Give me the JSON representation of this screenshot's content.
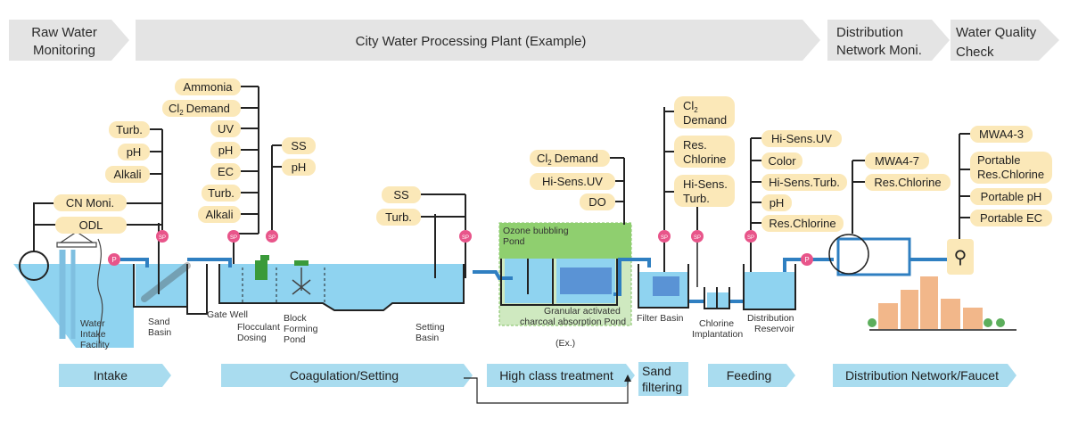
{
  "header": {
    "raw_water": [
      "Raw Water",
      "Monitoring"
    ],
    "plant": "City Water Processing Plant (Example)",
    "distribution": [
      "Distribution",
      "Network Moni."
    ],
    "quality": [
      "Water Quality",
      "Check"
    ]
  },
  "tags": {
    "intake": [
      "Turb.",
      "pH",
      "Alkali",
      "CN Moni.",
      "ODL"
    ],
    "coag_a": [
      "Ammonia",
      "Demand",
      "UV",
      "pH",
      "EC",
      "Turb.",
      "Alkali"
    ],
    "coag_b": [
      "SS",
      "pH"
    ],
    "setting": [
      "SS",
      "Turb."
    ],
    "high": [
      "Demand",
      "Hi-Sens.UV",
      "DO"
    ],
    "filter": [
      "Demand",
      "Res.",
      "Chlorine",
      "Hi-Sens.",
      "Turb."
    ],
    "feeding": [
      "Hi-Sens.UV",
      "Color",
      "Hi-Sens.Turb.",
      "pH",
      "Res.Chlorine"
    ],
    "network": [
      "MWA4-7",
      "Res.Chlorine"
    ],
    "quality": [
      "MWA4-3",
      "Portable",
      "Res.Chlorine",
      "Portable pH",
      "Portable EC"
    ]
  },
  "chem": {
    "cl": "Cl",
    "sub": "2"
  },
  "labels": {
    "intake_facility": [
      "Water",
      "Intake",
      "Facility"
    ],
    "sand_basin": [
      "Sand",
      "Basin"
    ],
    "gate_well": "Gate Well",
    "flocculant": [
      "Flocculant",
      "Dosing"
    ],
    "block_forming": [
      "Block",
      "Forming",
      "Pond"
    ],
    "setting_basin": [
      "Setting",
      "Basin"
    ],
    "ozone": [
      "Ozone bubbling",
      "Pond"
    ],
    "charcoal": [
      "Granular activated",
      "charcoal absorption Pond"
    ],
    "example": "(Ex.)",
    "filter_basin": "Filter Basin",
    "chlorine": [
      "Chlorine",
      "Implantation"
    ],
    "reservoir": [
      "Distribution",
      "Reservoir"
    ],
    "pump": "P",
    "sensor": "SP"
  },
  "stages": {
    "intake": "Intake",
    "coagulation": "Coagulation/Setting",
    "high": "High class treatment",
    "sand": [
      "Sand",
      "filtering"
    ],
    "feeding": "Feeding",
    "distribution": "Distribution Network/Faucet"
  },
  "colors": {
    "water": "#8fd3f0",
    "pipe": "#2f7fc1",
    "tag": "#fbe8b8",
    "stage": "#a9dcef",
    "header": "#e4e4e4",
    "ozone_bg": "#8fcf6f",
    "sensor": "#e8558a",
    "building": "#f2b78a"
  }
}
